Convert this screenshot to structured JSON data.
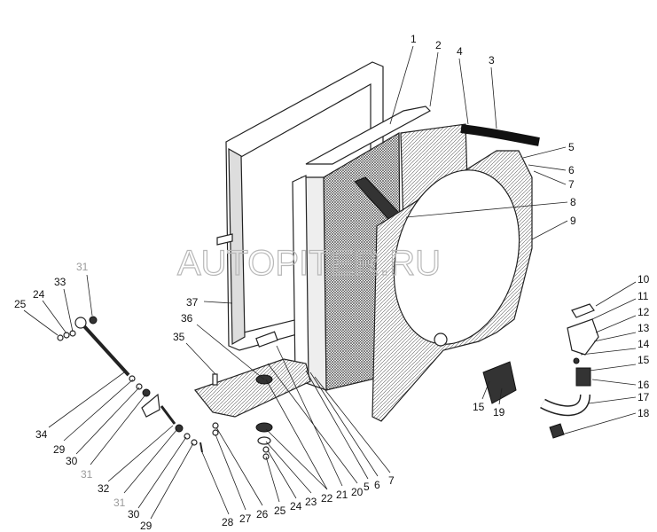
{
  "watermark": "AUTOPITER.RU",
  "labels": {
    "l1": "1",
    "l2": "2",
    "l3": "3",
    "l4": "4",
    "l5a": "5",
    "l6a": "6",
    "l7a": "7",
    "l8": "8",
    "l9": "9",
    "l10": "10",
    "l11": "11",
    "l12": "12",
    "l13": "13",
    "l14": "14",
    "l15a": "15",
    "l16": "16",
    "l17": "17",
    "l18": "18",
    "l15b": "15",
    "l19": "19",
    "l31a": "31",
    "l33": "33",
    "l24a": "24",
    "l25a": "25",
    "l37": "37",
    "l36": "36",
    "l35": "35",
    "l34": "34",
    "l29a": "29",
    "l30a": "30",
    "l31b": "31",
    "l32": "32",
    "l31c": "31",
    "l30b": "30",
    "l29b": "29",
    "l28": "28",
    "l27": "27",
    "l26": "26",
    "l25b": "25",
    "l24b": "24",
    "l23": "23",
    "l22": "22",
    "l21": "21",
    "l20": "20",
    "l5b": "5",
    "l6b": "6",
    "l7b": "7"
  }
}
